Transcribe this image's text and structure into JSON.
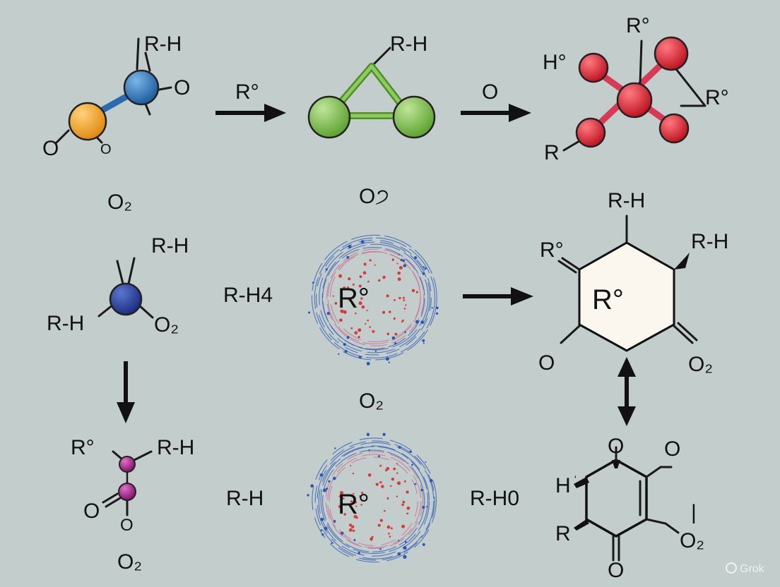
{
  "colors": {
    "background": "#c3cdcb",
    "atom_orange": "#f0a32a",
    "atom_blue": "#2f74b8",
    "atom_green": "#7bbf45",
    "atom_red": "#d41f2b",
    "atom_navy": "#263f9c",
    "atom_purple": "#a0208a",
    "hexagon_fill": "#fcf7ee",
    "radical_red_dots": "#d83a3a",
    "radical_blue_dots": "#2a57b5"
  },
  "row1": {
    "mol1": {
      "rh": "R-H",
      "o_right": "O",
      "o_left": "O",
      "o_small": "O",
      "caption": "O₂"
    },
    "arrow1_label": "R°",
    "mol2": {
      "rh": "R-H",
      "caption": "O੭"
    },
    "arrow2_label": "O",
    "mol3": {
      "r_top": "R°",
      "h_left": "H°",
      "r_right": "R°",
      "r_bottom": "R"
    }
  },
  "row2": {
    "mol4": {
      "rh_top": "R-H",
      "rh_left": "R-H",
      "o2": "O₂"
    },
    "rh_label": "R-H4",
    "radical1": {
      "center": "R°"
    },
    "o2_between": "O₂",
    "hexagon": {
      "rh_top": "R-H",
      "rh_right": "R-H",
      "r_left": "R°",
      "center": "R°",
      "o_left": "O",
      "o2_right": "O₂"
    }
  },
  "row3": {
    "mol5": {
      "r_left": "R°",
      "rh_right": "R-H",
      "o_left": "O",
      "o_bottom": "O",
      "caption": "O₂"
    },
    "rh_left_label": "R-H",
    "radical2": {
      "center": "R°"
    },
    "rh_right_label": "R-H0",
    "ring": {
      "o_top": "O",
      "o_topright": "O",
      "h_left": "H",
      "bar": "|",
      "r_left": "R",
      "o2": "O₂",
      "o_bottom": "O"
    }
  },
  "watermark": "Grok"
}
